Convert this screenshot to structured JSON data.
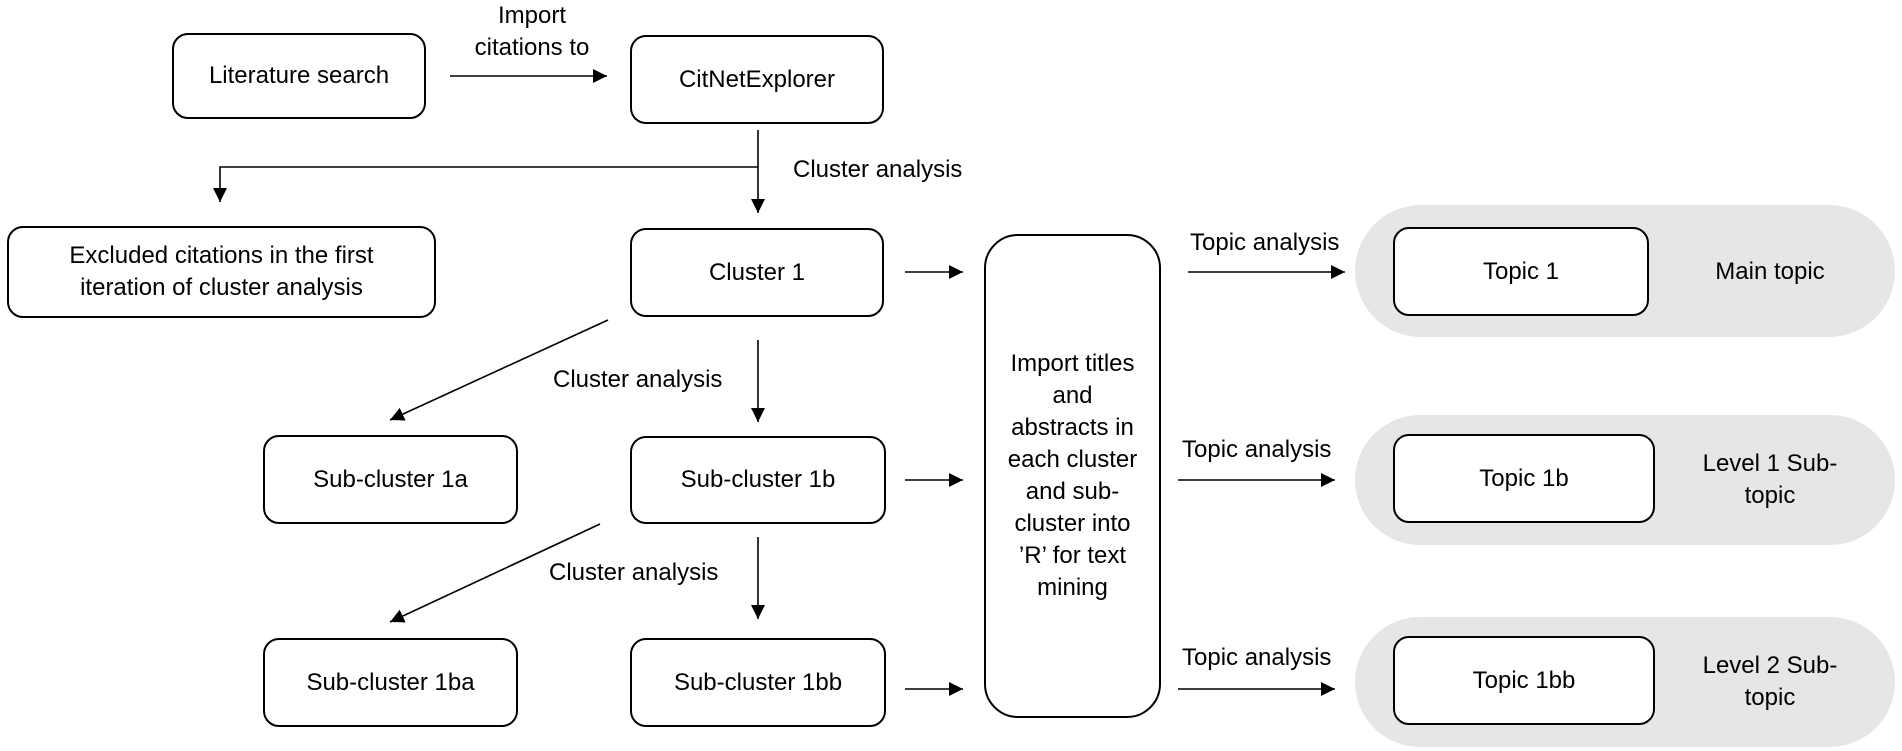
{
  "nodes": {
    "literature_search": "Literature search",
    "citnetexplorer": "CitNetExplorer",
    "excluded": "Excluded citations in the first iteration of cluster analysis",
    "cluster_1": "Cluster 1",
    "sub_cluster_1a": "Sub-cluster 1a",
    "sub_cluster_1b": "Sub-cluster 1b",
    "sub_cluster_1ba": "Sub-cluster 1ba",
    "sub_cluster_1bb": "Sub-cluster 1bb",
    "import_r": "Import titles and abstracts in each cluster and sub-cluster into ’R’ for text mining",
    "topic_1": "Topic 1",
    "topic_1b": "Topic 1b",
    "topic_1bb": "Topic 1bb"
  },
  "topic_levels": {
    "main": "Main topic",
    "level1": "Level 1 Sub-topic",
    "level2": "Level 2 Sub-topic"
  },
  "edge_labels": {
    "import_citations": "Import citations to",
    "cluster_analysis_1": "Cluster analysis",
    "cluster_analysis_2": "Cluster analysis",
    "cluster_analysis_3": "Cluster analysis",
    "topic_analysis_1": "Topic analysis",
    "topic_analysis_2": "Topic analysis",
    "topic_analysis_3": "Topic analysis"
  },
  "colors": {
    "line": "#000000",
    "pill_fill": "#e6e6e6",
    "box_fill": "#ffffff"
  }
}
